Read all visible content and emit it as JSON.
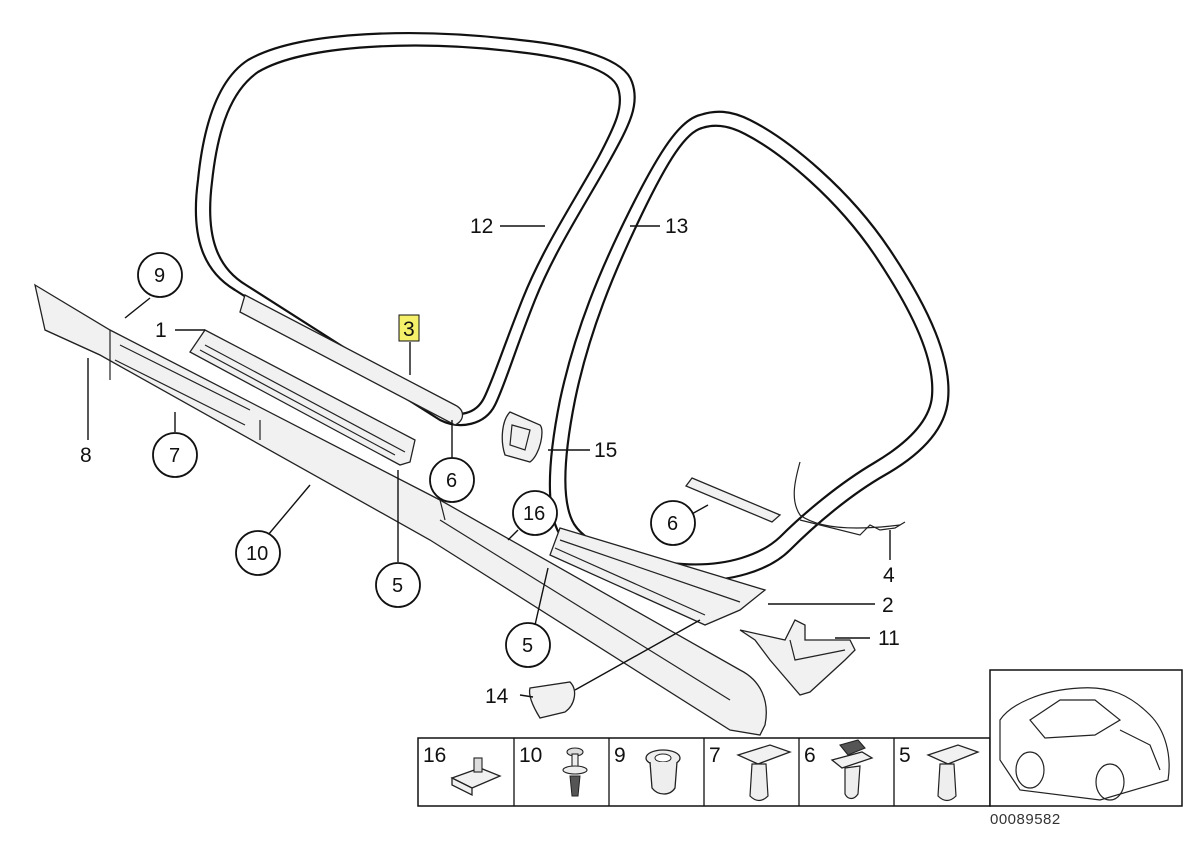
{
  "figure": {
    "reference_number": "00089582",
    "highlighted_label": "3",
    "labels": {
      "l1": "1",
      "l2": "2",
      "l3": "3",
      "l4": "4",
      "l5a": "5",
      "l5b": "5",
      "l6a": "6",
      "l6b": "6",
      "l7": "7",
      "l8": "8",
      "l9": "9",
      "l10": "10",
      "l11": "11",
      "l12": "12",
      "l13": "13",
      "l14": "14",
      "l15": "15",
      "l16": "16"
    },
    "fastener_table": [
      {
        "label": "16",
        "icon": "clip-nut-icon"
      },
      {
        "label": "10",
        "icon": "screw-icon"
      },
      {
        "label": "9",
        "icon": "grommet-icon"
      },
      {
        "label": "7",
        "icon": "clip-icon"
      },
      {
        "label": "6",
        "icon": "clip-icon"
      },
      {
        "label": "5",
        "icon": "clip-icon"
      }
    ],
    "highlight_color": "#f4f06a"
  }
}
